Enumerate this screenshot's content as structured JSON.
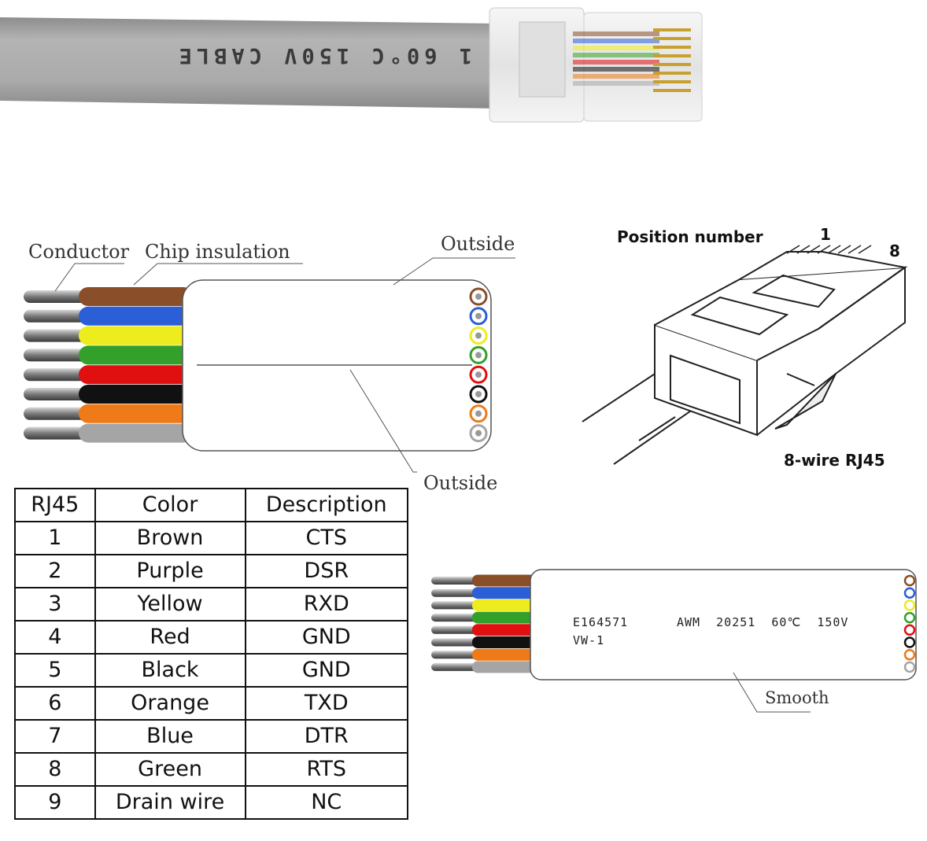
{
  "photo": {
    "cable_print": "1  60°C  150V  CABLE"
  },
  "flat_diagram": {
    "label_conductor": "Conductor",
    "label_chip_insulation": "Chip insulation",
    "label_outside_top": "Outside",
    "label_outside_bottom": "Outside",
    "wire_colors": [
      "#8a4e28",
      "#2a5fd8",
      "#ecec1e",
      "#34a02c",
      "#e01010",
      "#111111",
      "#ee7a18",
      "#a5a5a5"
    ]
  },
  "connector": {
    "label_position_number": "Position number",
    "pin_first": "1",
    "pin_last": "8",
    "label_type": "8-wire RJ45"
  },
  "pin_table": {
    "headers": [
      "RJ45",
      "Color",
      "Description"
    ],
    "rows": [
      [
        "1",
        "Brown",
        "CTS"
      ],
      [
        "2",
        "Purple",
        "DSR"
      ],
      [
        "3",
        "Yellow",
        "RXD"
      ],
      [
        "4",
        "Red",
        "GND"
      ],
      [
        "5",
        "Black",
        "GND"
      ],
      [
        "6",
        "Orange",
        "TXD"
      ],
      [
        "7",
        "Blue",
        "DTR"
      ],
      [
        "8",
        "Green",
        "RTS"
      ],
      [
        "9",
        "Drain wire",
        "NC"
      ]
    ]
  },
  "cable_printed": {
    "code": "E164571",
    "spec": "AWM  20251  60℃  150V",
    "rating": "VW-1",
    "label_smooth": "Smooth"
  }
}
